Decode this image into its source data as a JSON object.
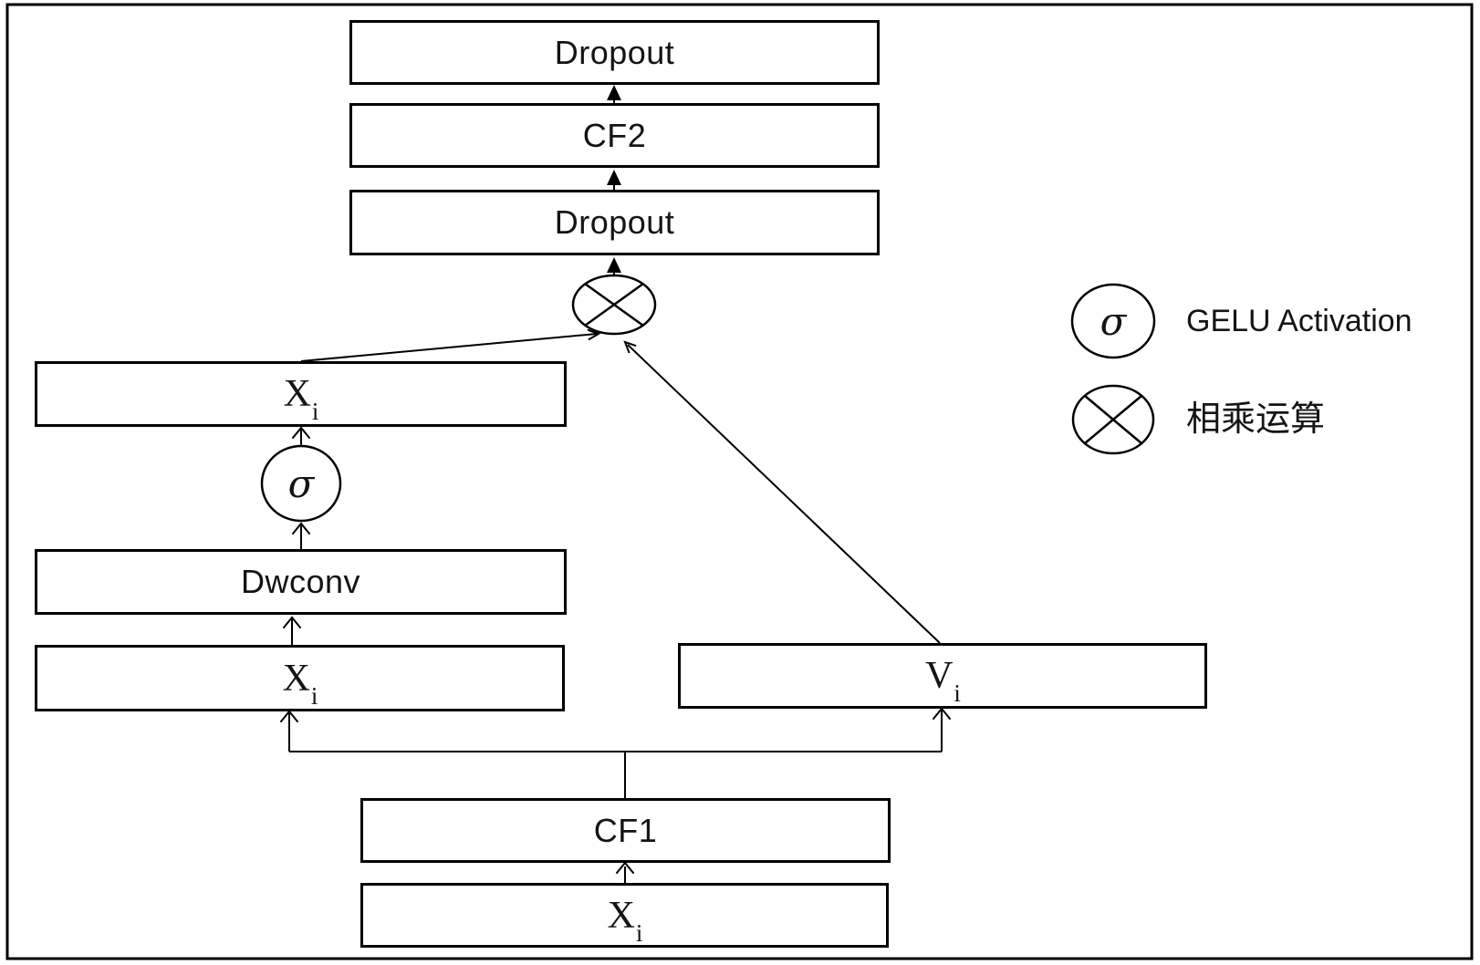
{
  "figure": {
    "background": "#ffffff",
    "line_color": "#000000",
    "boxes": {
      "dropout_top": "Dropout",
      "cf2": "CF2",
      "dropout_mid": "Dropout",
      "xi_branch_out": {
        "base": "X",
        "sub": "i"
      },
      "dwconv": "Dwconv",
      "xi_branch_in": {
        "base": "X",
        "sub": "i"
      },
      "vi": {
        "base": "V",
        "sub": "i"
      },
      "cf1": "CF1",
      "xi_input": {
        "base": "X",
        "sub": "i"
      }
    },
    "operators": {
      "sigma": "σ"
    },
    "legend": {
      "sigma_symbol": "σ",
      "sigma_label": "GELU Activation",
      "multiply_label": "相乘运算"
    }
  }
}
